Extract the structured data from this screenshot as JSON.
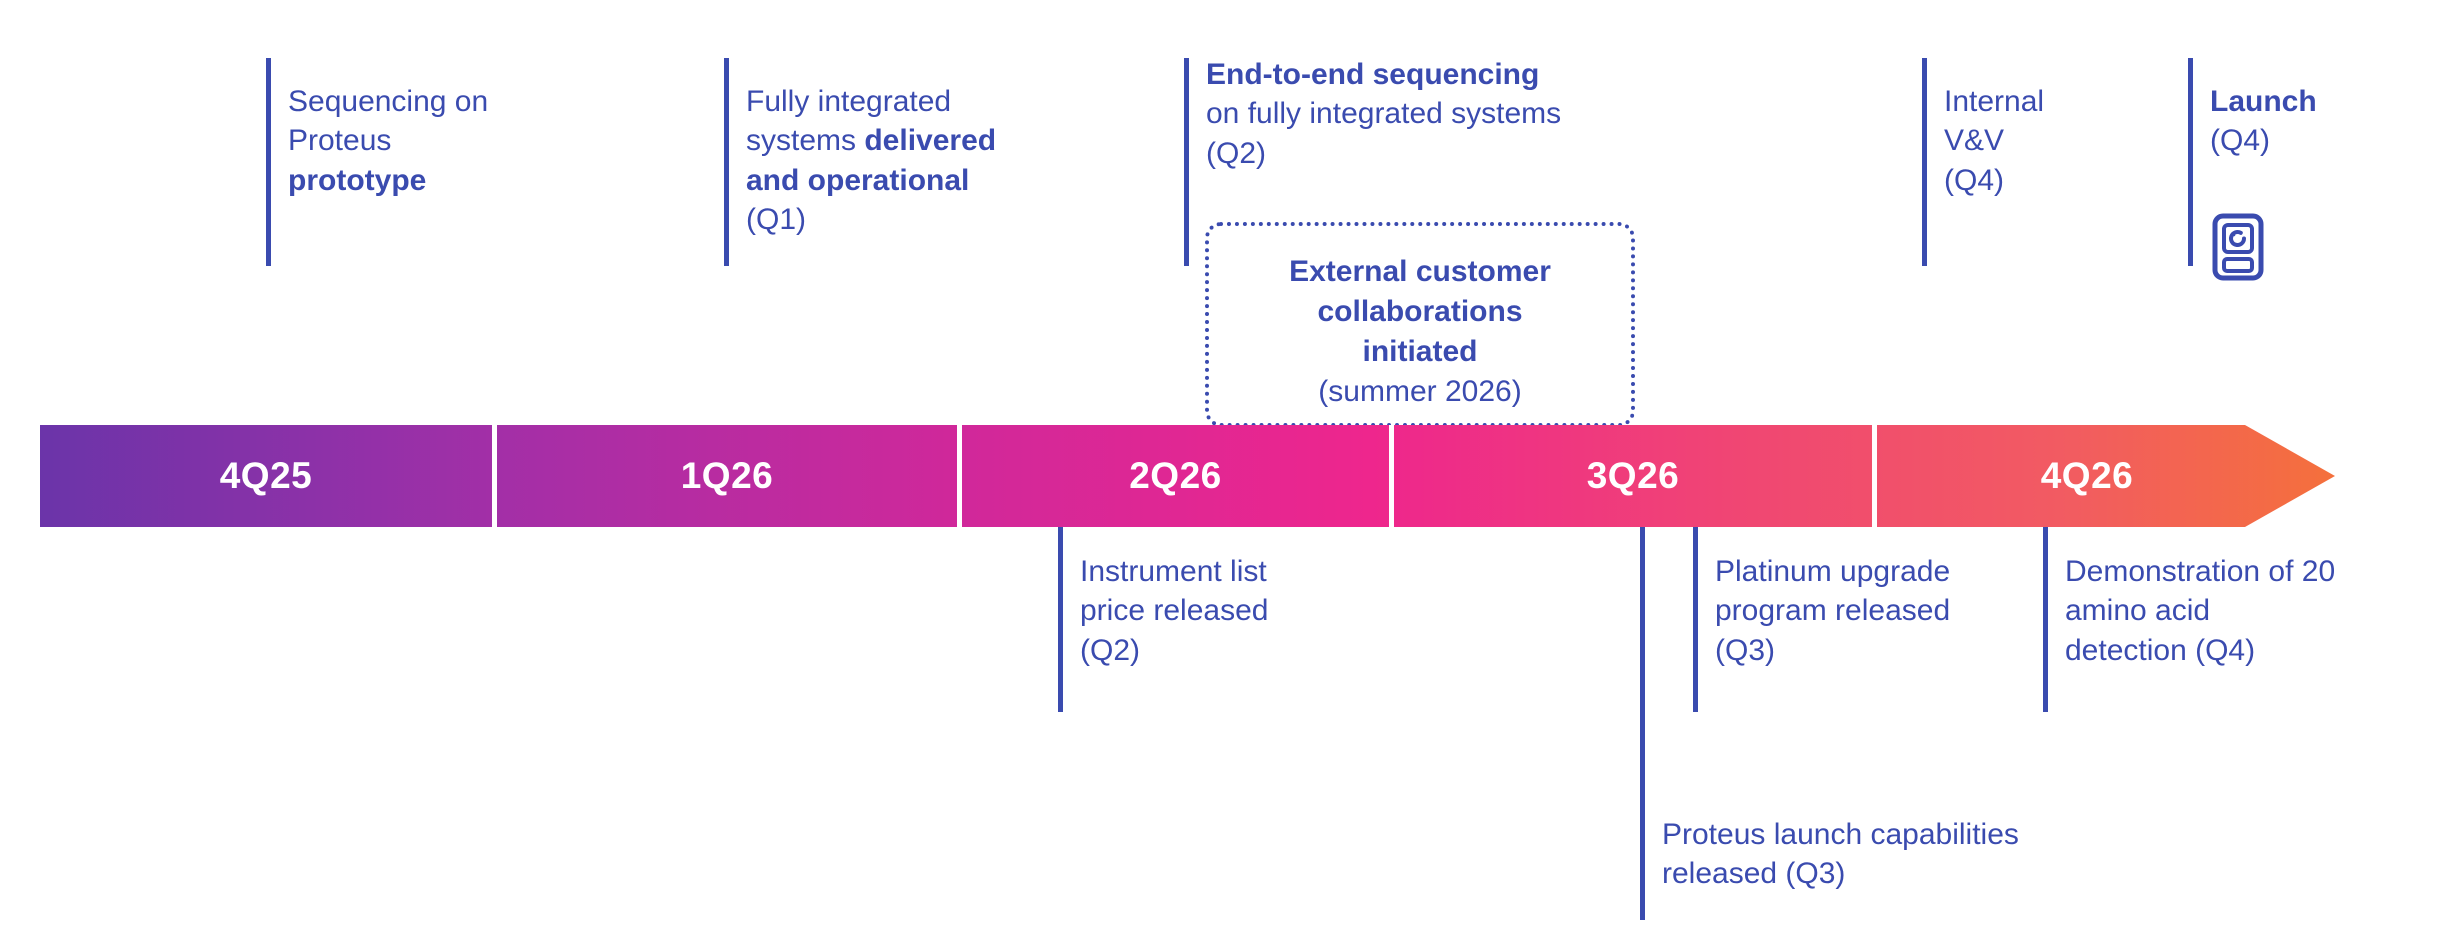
{
  "diagram": {
    "type": "timeline-roadmap",
    "accent_blue": "#3A4BAF",
    "bar_gradient": [
      "#6B34A9",
      "#C3299F",
      "#E8268E",
      "#F0457E",
      "#EF5A6E",
      "#F4703C"
    ]
  },
  "timeline": {
    "segments": [
      {
        "label": "4Q25",
        "color_start": "#6B34A9",
        "color_end": "#A52FA6"
      },
      {
        "label": "1Q26",
        "color_start": "#A52FA6",
        "color_end": "#D62795"
      },
      {
        "label": "2Q26",
        "color_start": "#D62795",
        "color_end": "#EE268D"
      },
      {
        "label": "3Q26",
        "color_start": "#EE268D",
        "color_end": "#F05070"
      },
      {
        "label": "4Q26",
        "color_start": "#F05070",
        "color_end": "#F4703C"
      }
    ]
  },
  "milestones_above": [
    {
      "name": "sequencing-on-proteus-prototype",
      "lines": [
        {
          "text": "Sequencing on",
          "bold": false
        },
        {
          "text": "Proteus",
          "bold": false
        },
        {
          "text": "prototype",
          "bold": true
        }
      ]
    },
    {
      "name": "fully-integrated-systems-delivered",
      "lines": [
        {
          "text": "Fully integrated",
          "bold": false
        },
        {
          "text": "systems ",
          "bold": false,
          "bold_tail": "delivered"
        },
        {
          "text": "and operational",
          "bold": true
        },
        {
          "text": "(Q1)",
          "bold": false
        }
      ]
    },
    {
      "name": "end-to-end-sequencing",
      "lines": [
        {
          "text": "End-to-end sequencing",
          "bold": true
        },
        {
          "text": "on fully integrated systems",
          "bold": false
        },
        {
          "text": "(Q2)",
          "bold": false
        }
      ]
    },
    {
      "name": "internal-vv",
      "lines": [
        {
          "text": "Internal",
          "bold": false
        },
        {
          "text": "V&V",
          "bold": false
        },
        {
          "text": "(Q4)",
          "bold": false
        }
      ]
    },
    {
      "name": "launch",
      "lines": [
        {
          "text": "Launch",
          "bold": true
        },
        {
          "text": "(Q4)",
          "bold": false
        }
      ]
    }
  ],
  "highlight_box": {
    "name": "external-customer-collaborations",
    "heading_lines": [
      "External customer",
      "collaborations",
      "initiated"
    ],
    "subtext": "(summer 2026)",
    "border_style": "dotted"
  },
  "milestones_below": [
    {
      "name": "instrument-list-price-released",
      "lines": [
        "Instrument list",
        "price released",
        "(Q2)"
      ]
    },
    {
      "name": "platinum-upgrade-program-released",
      "lines": [
        "Platinum upgrade",
        "program released",
        "(Q3)"
      ]
    },
    {
      "name": "demonstration-of-20-amino-acid-detection",
      "lines": [
        "Demonstration of 20",
        "amino acid",
        "detection (Q4)"
      ]
    },
    {
      "name": "proteus-launch-capabilities-released",
      "lines": [
        "Proteus launch capabilities",
        "released (Q3)"
      ]
    }
  ],
  "icons": {
    "sequencer_instrument": "sequencer-instrument-icon"
  }
}
